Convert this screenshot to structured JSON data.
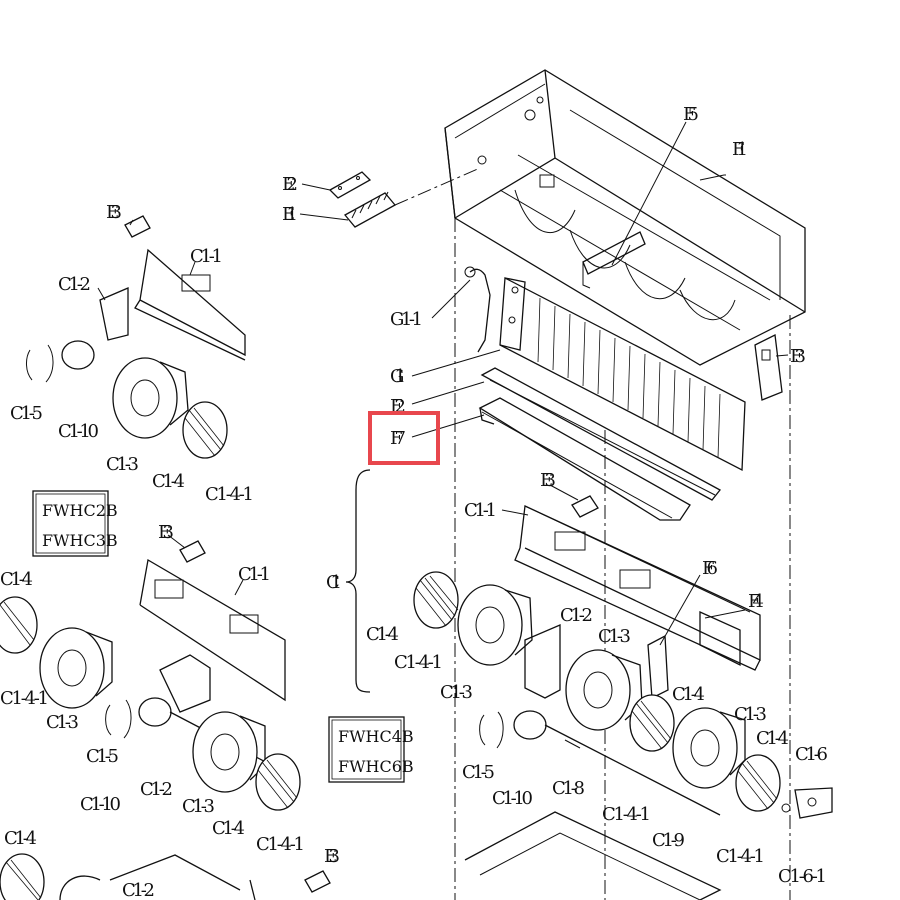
{
  "labels": {
    "E1": "E1",
    "E2": "E2",
    "E3_top": "E3",
    "E3_mid": "E3",
    "E3_left": "E3",
    "E3_bottom": "E3",
    "F1": "F1",
    "F2": "F2",
    "F3": "F3",
    "F4": "F4",
    "F5": "F5",
    "F6": "F6",
    "F7": "F7",
    "G1": "G1",
    "G1_1": "G1-1",
    "C1": "C1",
    "C1_1_left": "C1-1",
    "C1_1_mid": "C1-1",
    "C1_1_right": "C1-1",
    "C1_2_left": "C1-2",
    "C1_2_mid": "C1-2",
    "C1_2_right": "C1-2",
    "C1_2_bottom": "C1-2",
    "C1_3_left": "C1-3",
    "C1_3_mid": "C1-3",
    "C1_3_mid2": "C1-3",
    "C1_3_r1": "C1-3",
    "C1_3_r2": "C1-3",
    "C1_3_r3": "C1-3",
    "C1_4_left": "C1-4",
    "C1_4_mid": "C1-4",
    "C1_4_mid2": "C1-4",
    "C1_4_r1": "C1-4",
    "C1_4_r2": "C1-4",
    "C1_4_r3": "C1-4",
    "C1_4_bl": "C1-4",
    "C1_4_1_left": "C1-4-1",
    "C1_4_1_mid": "C1-4-1",
    "C1_4_1_mid2": "C1-4-1",
    "C1_4_1_r1": "C1-4-1",
    "C1_4_1_r2": "C1-4-1",
    "C1_4_1_r3": "C1-4-1",
    "C1_5_left": "C1-5",
    "C1_5_mid": "C1-5",
    "C1_5_right": "C1-5",
    "C1_6": "C1-6",
    "C1_6_1": "C1-6-1",
    "C1_8": "C1-8",
    "C1_9": "C1-9",
    "C1_10_left": "C1-10",
    "C1_10_mid": "C1-10",
    "C1_10_right": "C1-10"
  },
  "model_boxes": {
    "box1": [
      "FWHC2B",
      "FWHC3B"
    ],
    "box2": [
      "FWHC4B",
      "FWHC6B"
    ]
  },
  "highlight": {
    "target": "F7",
    "color": "#e8474d"
  }
}
